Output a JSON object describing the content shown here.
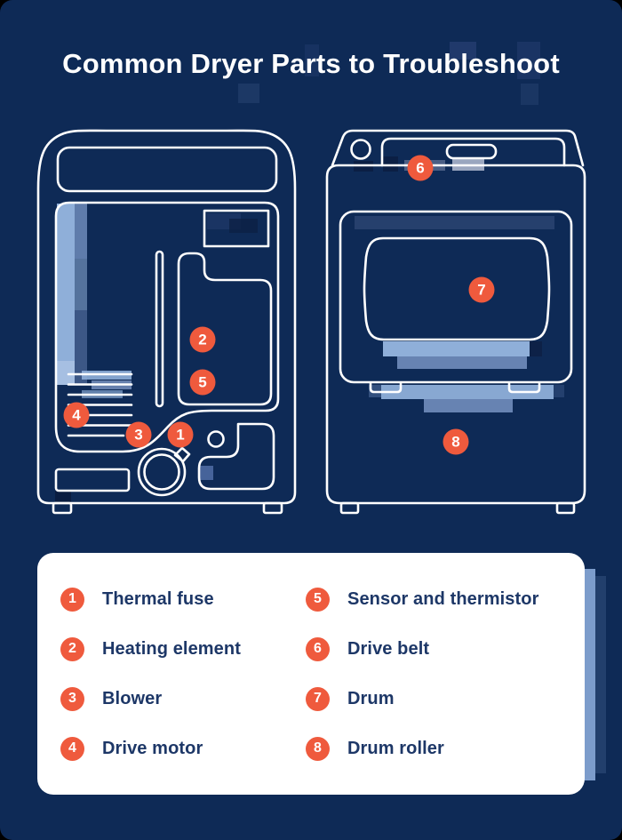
{
  "page": {
    "title": "Common Dryer Parts to Troubleshoot"
  },
  "colors": {
    "background": "#0E2A56",
    "accent_orange": "#EF5A3D",
    "legend_text": "#1D3767",
    "line_white": "#FFFFFF",
    "highlight_blue": "#8FAFD9"
  },
  "diagram": {
    "badge_numbers": [
      "1",
      "2",
      "3",
      "4",
      "5",
      "6",
      "7",
      "8"
    ]
  },
  "legend": {
    "items": [
      {
        "number": "1",
        "label": "Thermal fuse"
      },
      {
        "number": "2",
        "label": "Heating element"
      },
      {
        "number": "3",
        "label": "Blower"
      },
      {
        "number": "4",
        "label": "Drive motor"
      },
      {
        "number": "5",
        "label": "Sensor and thermistor"
      },
      {
        "number": "6",
        "label": "Drive belt"
      },
      {
        "number": "7",
        "label": "Drum"
      },
      {
        "number": "8",
        "label": "Drum roller"
      }
    ]
  }
}
